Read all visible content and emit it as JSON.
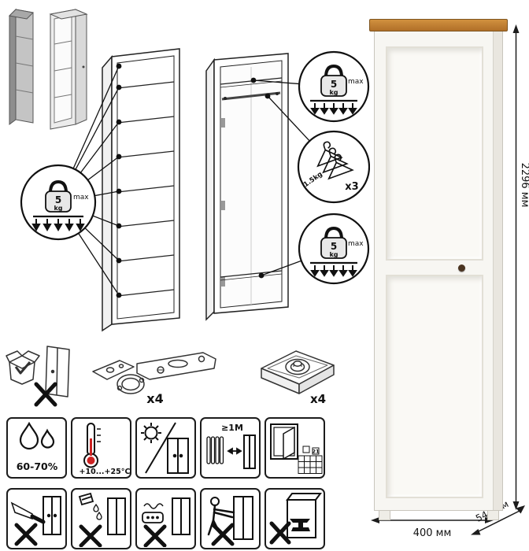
{
  "weight": {
    "value": "5",
    "unit": "kg",
    "max": "max"
  },
  "hanger": {
    "weight": "1.5kg",
    "count": "x3"
  },
  "hardware": {
    "hinge_count": "x4",
    "fitting_count": "x4"
  },
  "climate": {
    "humidity": "60-70%",
    "temperature": "+10...+25°C",
    "heat_distance": "≥1M",
    "tile_label": "21"
  },
  "dims": {
    "height": "2296 мм",
    "width": "400 мм",
    "depth": "543 мм"
  },
  "colors": {
    "wood": "#b06f28",
    "wood-light": "#d1913f",
    "body": "#f7f6f2",
    "knob": "#4a3421",
    "line": "#1c1c1c"
  }
}
